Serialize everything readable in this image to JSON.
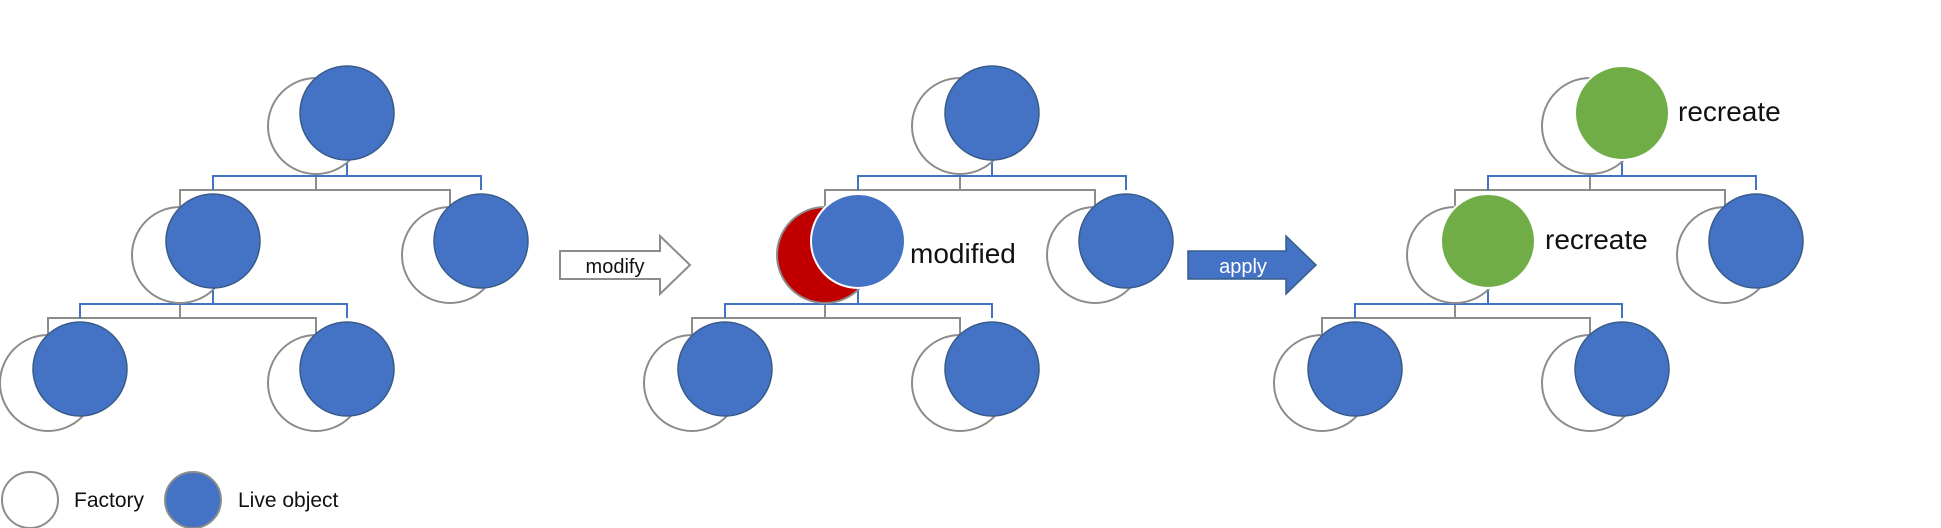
{
  "arrows": {
    "modify_label": "modify",
    "apply_label": "apply"
  },
  "annotations": {
    "modified": "modified",
    "recreate": "recreate"
  },
  "legend": {
    "factory_label": "Factory",
    "live_object_label": "Live object"
  },
  "colors": {
    "live_object": "#4472C4",
    "live_object_border": "#385D8A",
    "factory_stroke": "#8C8C8C",
    "modified_factory": "#C00000",
    "recreated": "#70AD47",
    "apply_arrow": "#4472C4",
    "tree_line_live": "#4472C4",
    "tree_line_factory": "#8C8C8C"
  }
}
